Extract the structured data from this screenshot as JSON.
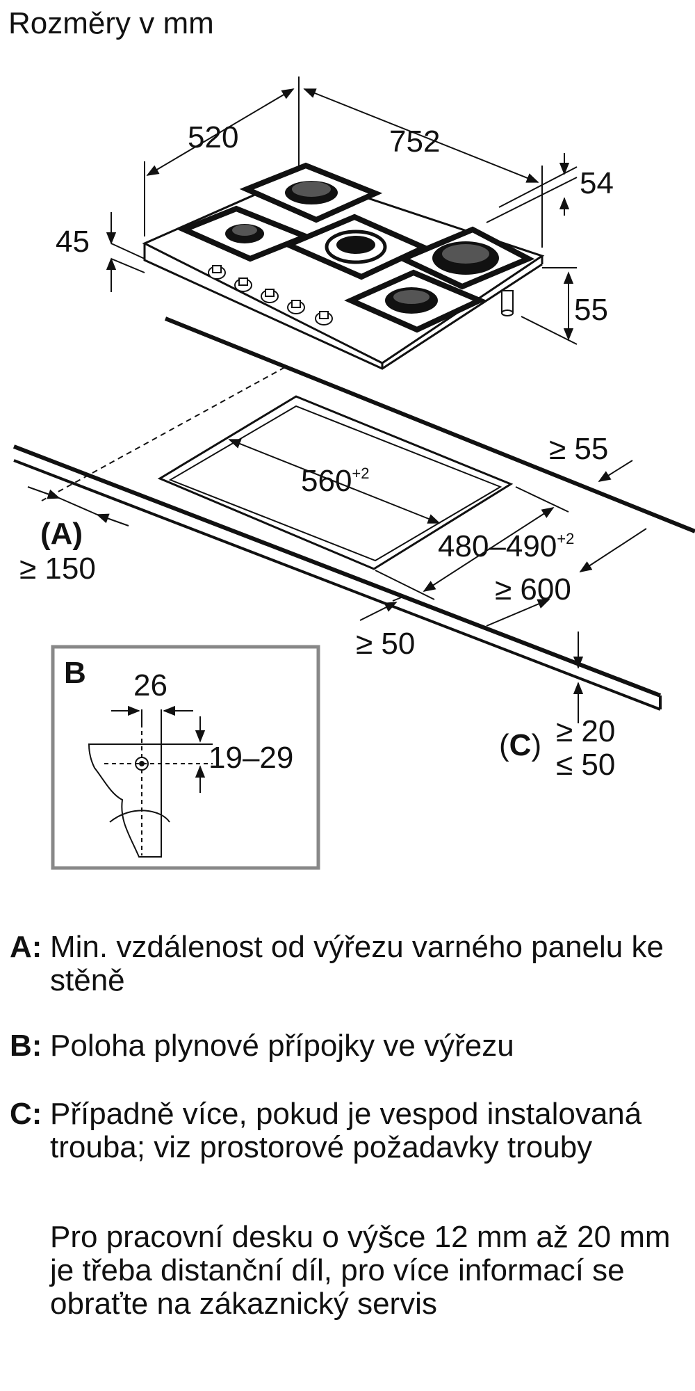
{
  "title": "Rozměry v mm",
  "dimensions": {
    "depth": "520",
    "width": "752",
    "height_top": "54",
    "thickness": "45",
    "height_connector": "55",
    "cutout_width": "560",
    "cutout_width_tol": "+2",
    "cutout_depth": "480–490",
    "cutout_depth_tol": "+2",
    "min_back": "≥ 55",
    "min_wall": "≥ 150",
    "min_front": "≥ 50",
    "worktop_depth": "≥ 600",
    "worktop_thickness_min": "≥ 20",
    "worktop_thickness_max": "≤ 50"
  },
  "labels": {
    "a": "(A)",
    "c_open": "(",
    "c_letter": "C",
    "c_close": ")",
    "b": "B"
  },
  "detail_b": {
    "offset_x": "26",
    "offset_y": "19–29"
  },
  "legend": [
    {
      "key": "A:",
      "text": "Min. vzdálenost od výřezu varného panelu ke stěně"
    },
    {
      "key": "B:",
      "text": "Poloha plynové přípojky ve výřezu"
    },
    {
      "key": "C:",
      "text": "Případně více, pokud je vespod instalovaná trouba; viz prostorové požadavky trouby"
    }
  ],
  "note": "Pro pracovní desku o výšce 12 mm až 20 mm je třeba distanční díl, pro více informací se obraťte na zákaznický servis"
}
